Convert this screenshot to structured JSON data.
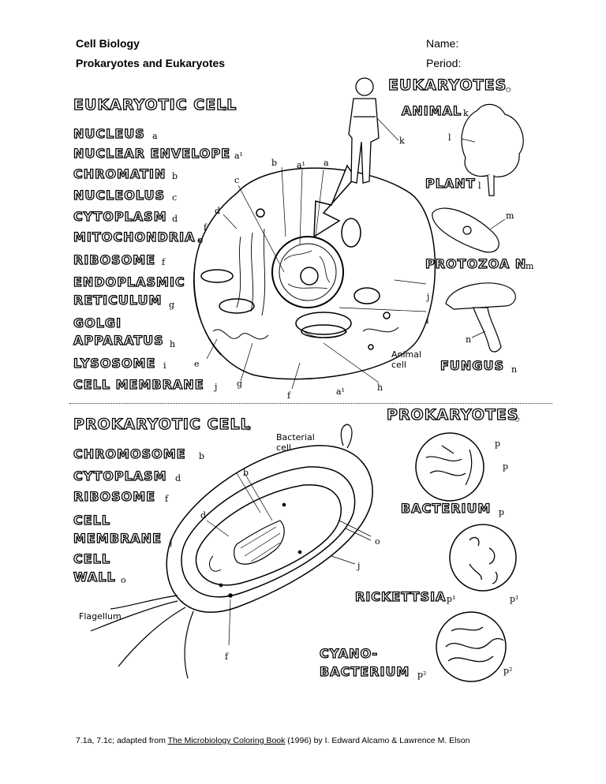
{
  "header": {
    "course": "Cell Biology",
    "topic": "Prokaryotes and Eukaryotes",
    "name_label": "Name:",
    "period_label": "Period:"
  },
  "eukaryotic": {
    "title": "EUKARYOTIC CELL",
    "items": [
      {
        "label": "NUCLEUS",
        "tag": "a"
      },
      {
        "label": "NUCLEAR ENVELOPE",
        "tag": "a¹"
      },
      {
        "label": "CHROMATIN",
        "tag": "b"
      },
      {
        "label": "NUCLEOLUS",
        "tag": "c"
      },
      {
        "label": "CYTOPLASM",
        "tag": "d"
      },
      {
        "label": "MITOCHONDRIA",
        "tag": "e"
      },
      {
        "label": "RIBOSOME",
        "tag": "f"
      },
      {
        "label": "ENDOPLASMIC",
        "tag": ""
      },
      {
        "label": "RETICULUM",
        "tag": "g"
      },
      {
        "label": "GOLGI",
        "tag": ""
      },
      {
        "label": "APPARATUS",
        "tag": "h"
      },
      {
        "label": "LYSOSOME",
        "tag": "i"
      },
      {
        "label": "CELL MEMBRANE",
        "tag": "j"
      }
    ],
    "diagram_note": "Animal cell",
    "diagram_letters": [
      "b",
      "a¹",
      "a",
      "c",
      "d",
      "f",
      "e",
      "j",
      "i",
      "n",
      "e",
      "g",
      "f",
      "a¹",
      "h"
    ]
  },
  "eukaryotes": {
    "title": "EUKARYOTES",
    "groups": [
      {
        "label": "ANIMAL",
        "tag": "k"
      },
      {
        "label": "PLANT",
        "tag": "l"
      },
      {
        "label": "PROTOZOA N",
        "tag": "m"
      },
      {
        "label": "FUNGUS",
        "tag": "n"
      }
    ],
    "pointer_letters": [
      "k",
      "l",
      "m"
    ]
  },
  "prokaryotic": {
    "title": "PROKARYOTIC CELL",
    "items": [
      {
        "label": "CHROMOSOME",
        "tag": "b"
      },
      {
        "label": "CYTOPLASM",
        "tag": "d"
      },
      {
        "label": "RIBOSOME",
        "tag": "f"
      },
      {
        "label": "CELL",
        "tag": ""
      },
      {
        "label": "MEMBRANE",
        "tag": "j"
      },
      {
        "label": "CELL",
        "tag": ""
      },
      {
        "label": "WALL",
        "tag": "o"
      }
    ],
    "bacterial_note": "Bacterial cell",
    "flagellum_note": "Flagellum",
    "diagram_letters": [
      "b",
      "d",
      "o",
      "j",
      "f"
    ]
  },
  "prokaryotes": {
    "title": "PROKARYOTES",
    "groups": [
      {
        "label": "BACTERIUM",
        "tag": "p"
      },
      {
        "label": "RICKETTSIA",
        "tag": "p¹"
      },
      {
        "label": "CYANO-",
        "tag": ""
      },
      {
        "label": "BACTERIUM",
        "tag": "p²"
      }
    ],
    "circle_letters": [
      "p",
      "p",
      "p¹",
      "p²"
    ]
  },
  "footer": {
    "prefix": "7.1a, 7.1c; adapted from ",
    "book": "The Microbiology Coloring Book",
    "suffix": " (1996) by I. Edward Alcamo & Lawrence M. Elson"
  }
}
